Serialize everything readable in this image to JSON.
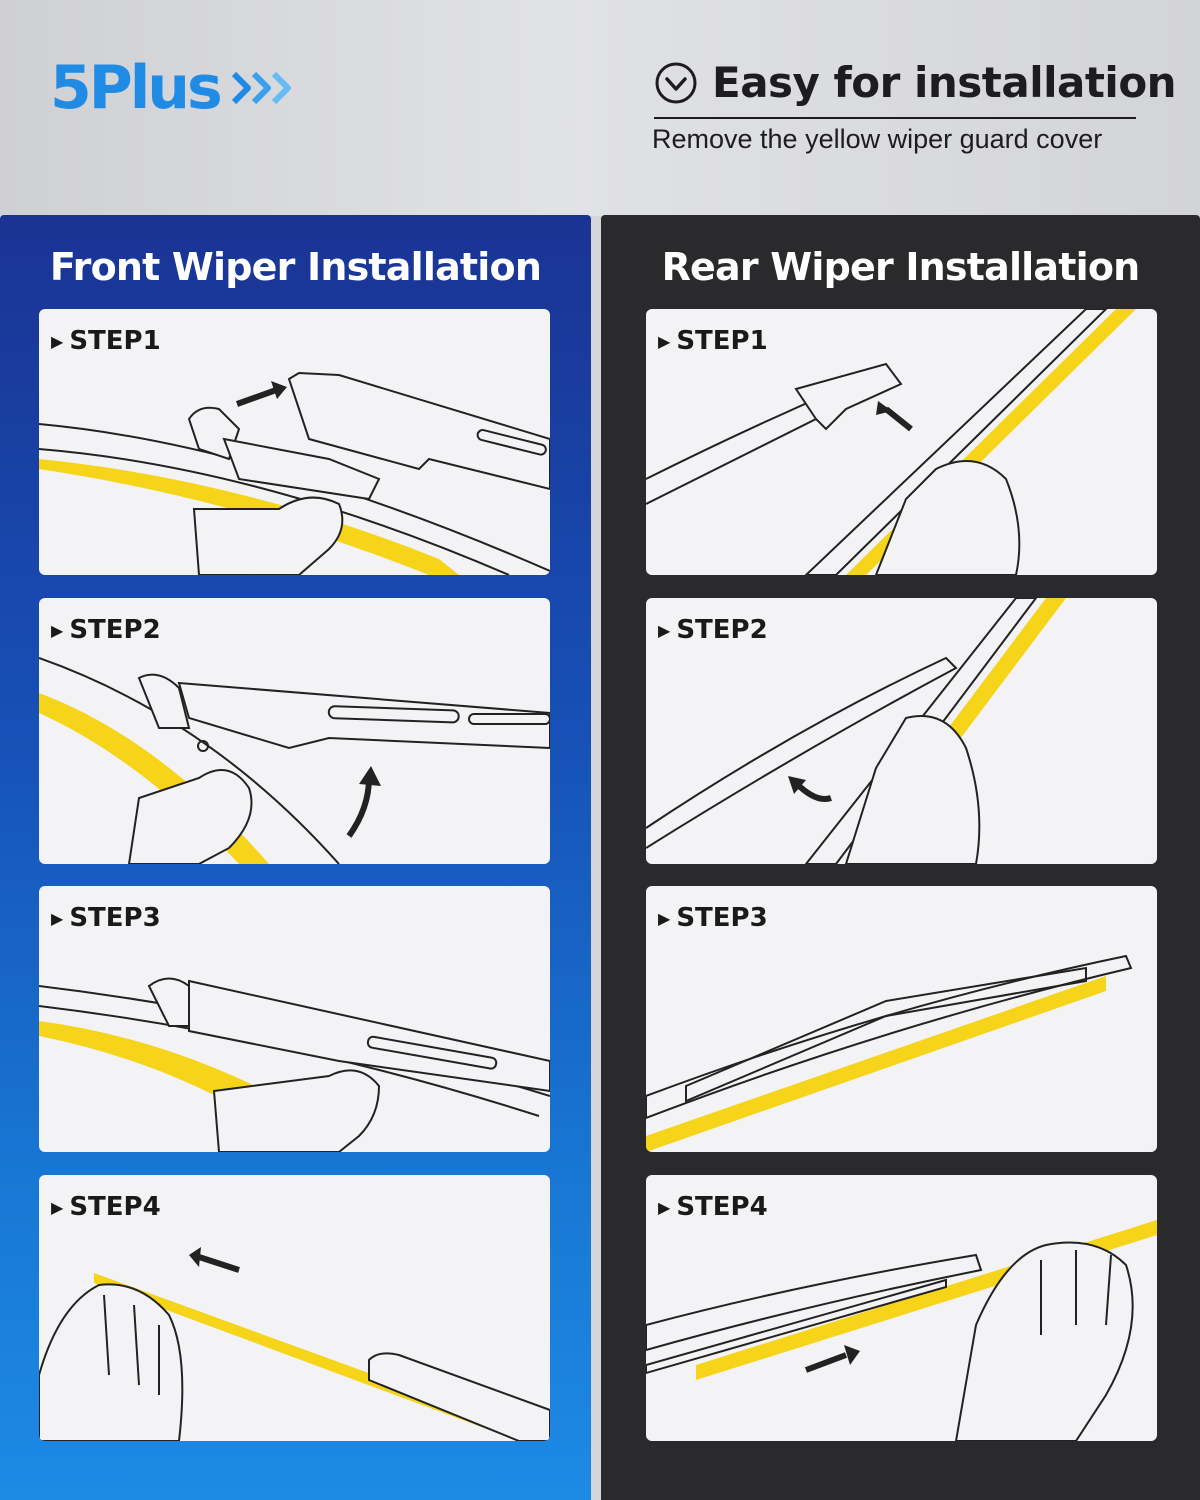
{
  "brand": {
    "name": "5Plus",
    "color": "#1f8be4",
    "icon": "chevron-triple-right-icon"
  },
  "header": {
    "title": "Easy for installation",
    "subtitle": "Remove the yellow wiper guard cover",
    "icon": "check-circle-icon"
  },
  "front": {
    "title": "Front Wiper Installation",
    "steps": [
      {
        "label": "STEP1"
      },
      {
        "label": "STEP2"
      },
      {
        "label": "STEP3"
      },
      {
        "label": "STEP4"
      }
    ]
  },
  "rear": {
    "title": "Rear Wiper Installation",
    "steps": [
      {
        "label": "STEP1"
      },
      {
        "label": "STEP2"
      },
      {
        "label": "STEP3"
      },
      {
        "label": "STEP4"
      }
    ]
  },
  "colors": {
    "front_panel": "#1a3393",
    "rear_panel": "#2a2a2c",
    "guard_yellow": "#f5d41a",
    "card": "#f3f3f5"
  }
}
